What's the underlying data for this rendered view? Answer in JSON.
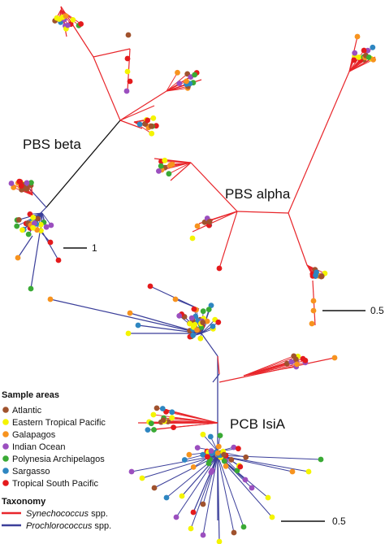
{
  "colors": {
    "synechococcus": "#e8262b",
    "prochlorococcus": "#3b3f9a",
    "beta_trunk": "#111111",
    "atlantic": "#a0522d",
    "eastern_tropical_pacific": "#f4f400",
    "galapagos": "#f7931e",
    "indian_ocean": "#9b4fbf",
    "polynesia_archipelagos": "#3aaa35",
    "sargasso": "#2e86c1",
    "tropical_south_pacific": "#e41a1c"
  },
  "trees": {
    "beta": "PBS beta",
    "alpha": "PBS alpha",
    "isia": "PCB IsiA"
  },
  "scale_bars": {
    "beta": "1",
    "alpha": "0.5",
    "isia": "0.5"
  },
  "legend": {
    "sample_title": "Sample areas",
    "sample_items": [
      {
        "label": "Atlantic",
        "color": "#a0522d"
      },
      {
        "label": "Eastern Tropical Pacific",
        "color": "#f4f400"
      },
      {
        "label": "Galapagos",
        "color": "#f7931e"
      },
      {
        "label": "Indian Ocean",
        "color": "#9b4fbf"
      },
      {
        "label": "Polynesia Archipelagos",
        "color": "#3aaa35"
      },
      {
        "label": "Sargasso",
        "color": "#2e86c1"
      },
      {
        "label": "Tropical South Pacific",
        "color": "#e41a1c"
      }
    ],
    "taxonomy_title": "Taxonomy",
    "taxonomy_items": [
      {
        "genus": "Synechococcus",
        "suffix": " spp.",
        "color": "#e8262b"
      },
      {
        "genus": "Prochlorococcus",
        "suffix": " spp.",
        "color": "#3b3f9a"
      }
    ]
  }
}
